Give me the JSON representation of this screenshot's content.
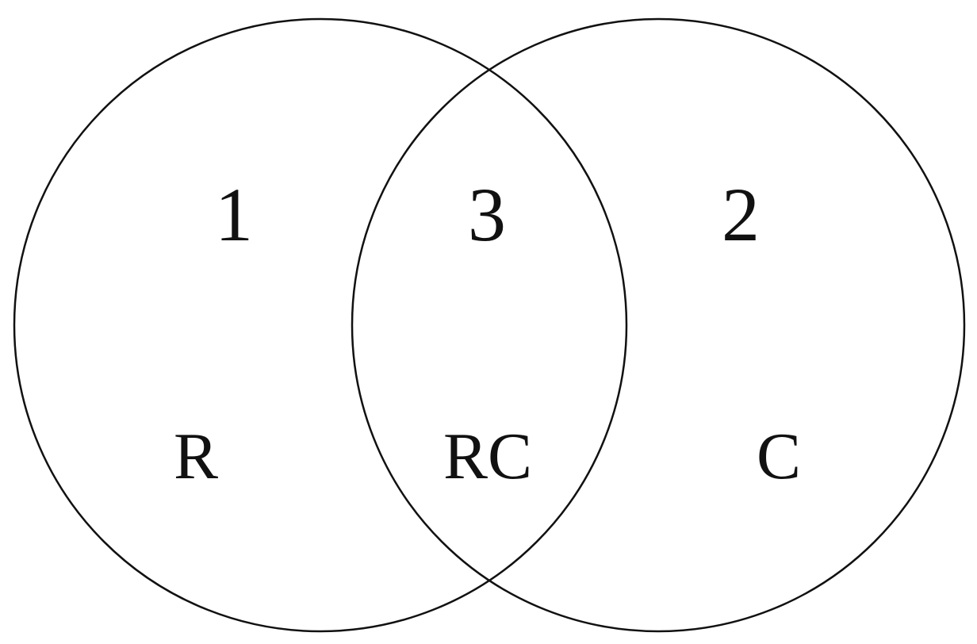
{
  "colors": {
    "background": "#ffffff",
    "stroke": "#111111",
    "text": "#111111"
  },
  "venn": {
    "sets": [
      {
        "id": "left",
        "number": "1",
        "label": "R"
      },
      {
        "id": "right",
        "number": "2",
        "label": "C"
      }
    ],
    "intersection": {
      "number": "3",
      "label": "RC"
    }
  }
}
